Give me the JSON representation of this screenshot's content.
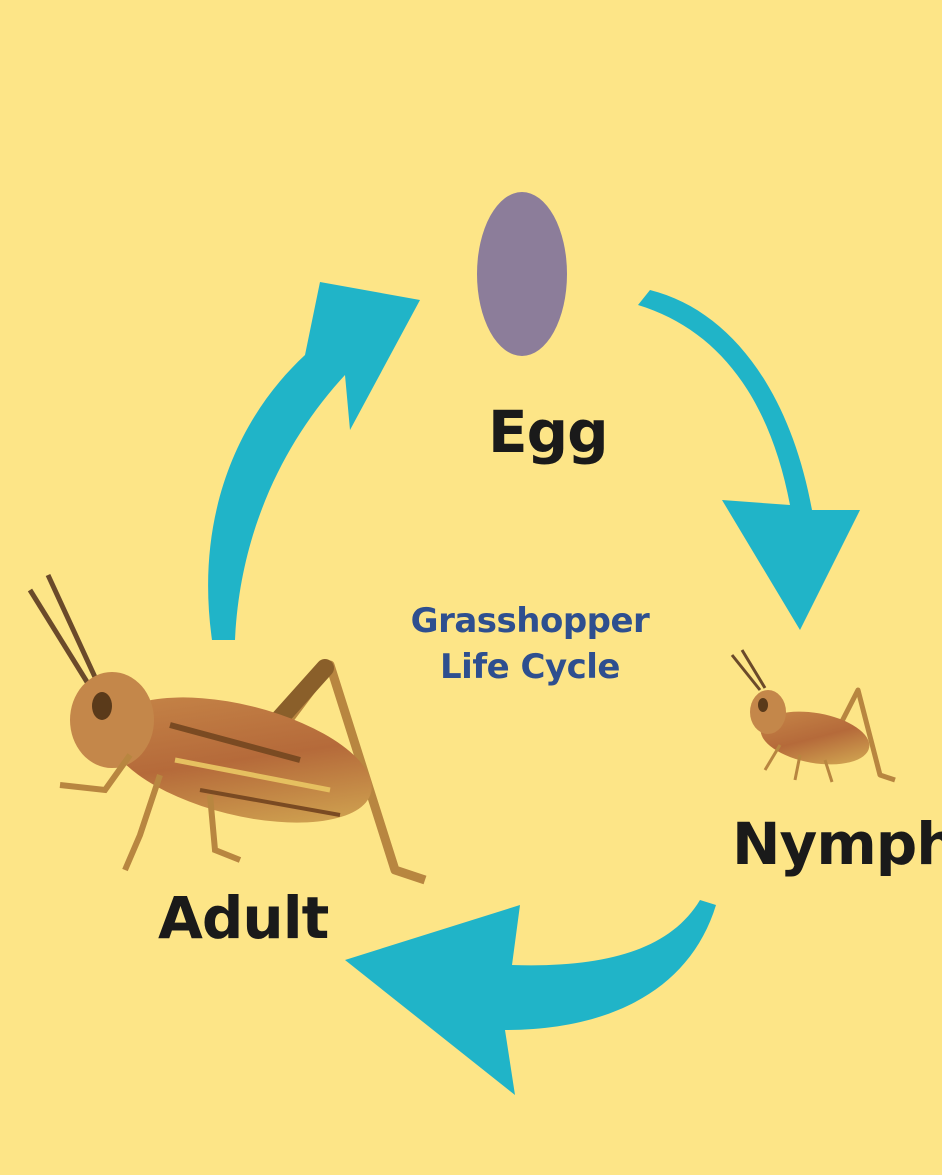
{
  "diagram": {
    "center_title": {
      "line1": "Grasshopper",
      "line2": "Life Cycle"
    },
    "stages": {
      "egg": "Egg",
      "nymph": "Nymph",
      "adult": "Adult"
    }
  },
  "colors": {
    "background": "#fde587",
    "arrow": "#20b4c8",
    "egg": "#8c7d9a",
    "title_text": "#2e4f8f",
    "label_text": "#1a1a1a"
  }
}
